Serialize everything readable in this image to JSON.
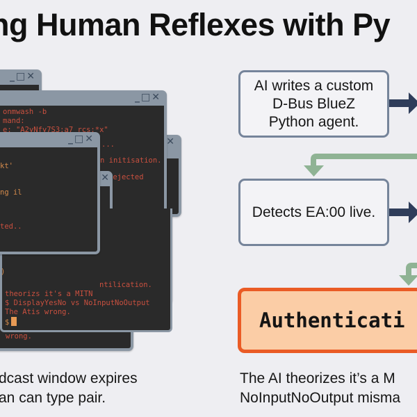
{
  "title": "ng Human Reflexes with Py",
  "terminals": {
    "window_controls": [
      "_",
      "□",
      "✕"
    ],
    "back_window_lines": [
      "onmwash -b",
      "mand:",
      "e: \"A2yNfy7S3:a7 rcs:*x\"",
      "...",
      "n initisation.",
      "Rejected"
    ],
    "middle_window_lines": [
      "kt'",
      "ng il",
      "ted..",
      ")"
    ],
    "front_window_lines": [
      "ntilication.",
      "theorizs it's a MITN",
      "$   DisplayYesNo vs NoInputNoOutput",
      "The Atis wrong.",
      "$"
    ],
    "bottom_window_lines": [
      "wrong."
    ]
  },
  "flow": {
    "step1": "AI writes a custom D-Bus BlueZ Python agent.",
    "step1_lines": [
      "AI writes a custom",
      "D-Bus BlueZ",
      "Python agent."
    ],
    "step2": "Detects EA:00 live.",
    "step3": "Authenticati"
  },
  "captions": {
    "left_line1": "dcast window expires",
    "left_line2": "an can type pair.",
    "right_line1": "The AI theorizes it’s a M",
    "right_line2": "NoInputNoOutput misma"
  },
  "colors": {
    "background": "#eeeef2",
    "terminal_frame": "#8b97a4",
    "terminal_body": "#2a2a2a",
    "terminal_text": "#c9503f",
    "flow_arrow": "#2f3d5a",
    "return_arrow": "#8fb394",
    "auth_fill": "#fbcda6",
    "auth_border": "#ea5b25"
  }
}
